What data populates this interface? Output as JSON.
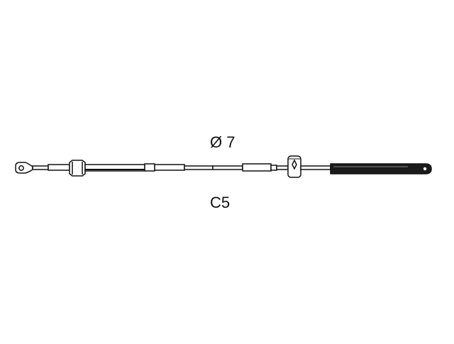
{
  "diagram": {
    "subject": "push-pull control cable",
    "labels": {
      "diameter": "Ø 7",
      "model": "C5"
    },
    "parts": [
      {
        "name": "eye-end-terminal",
        "side": "left"
      },
      {
        "name": "threaded-rod",
        "side": "left"
      },
      {
        "name": "hex-fitting",
        "side": "left"
      },
      {
        "name": "conduit-sleeve",
        "side": "left"
      },
      {
        "name": "inner-core",
        "side": "middle"
      },
      {
        "name": "conduit-sleeve",
        "side": "right"
      },
      {
        "name": "clamp-block",
        "side": "right"
      },
      {
        "name": "sliding-rod-end",
        "side": "right"
      }
    ],
    "colors": {
      "line": "#111111",
      "background": "#ffffff",
      "rod-end-fill": "#1a1a1a"
    }
  }
}
